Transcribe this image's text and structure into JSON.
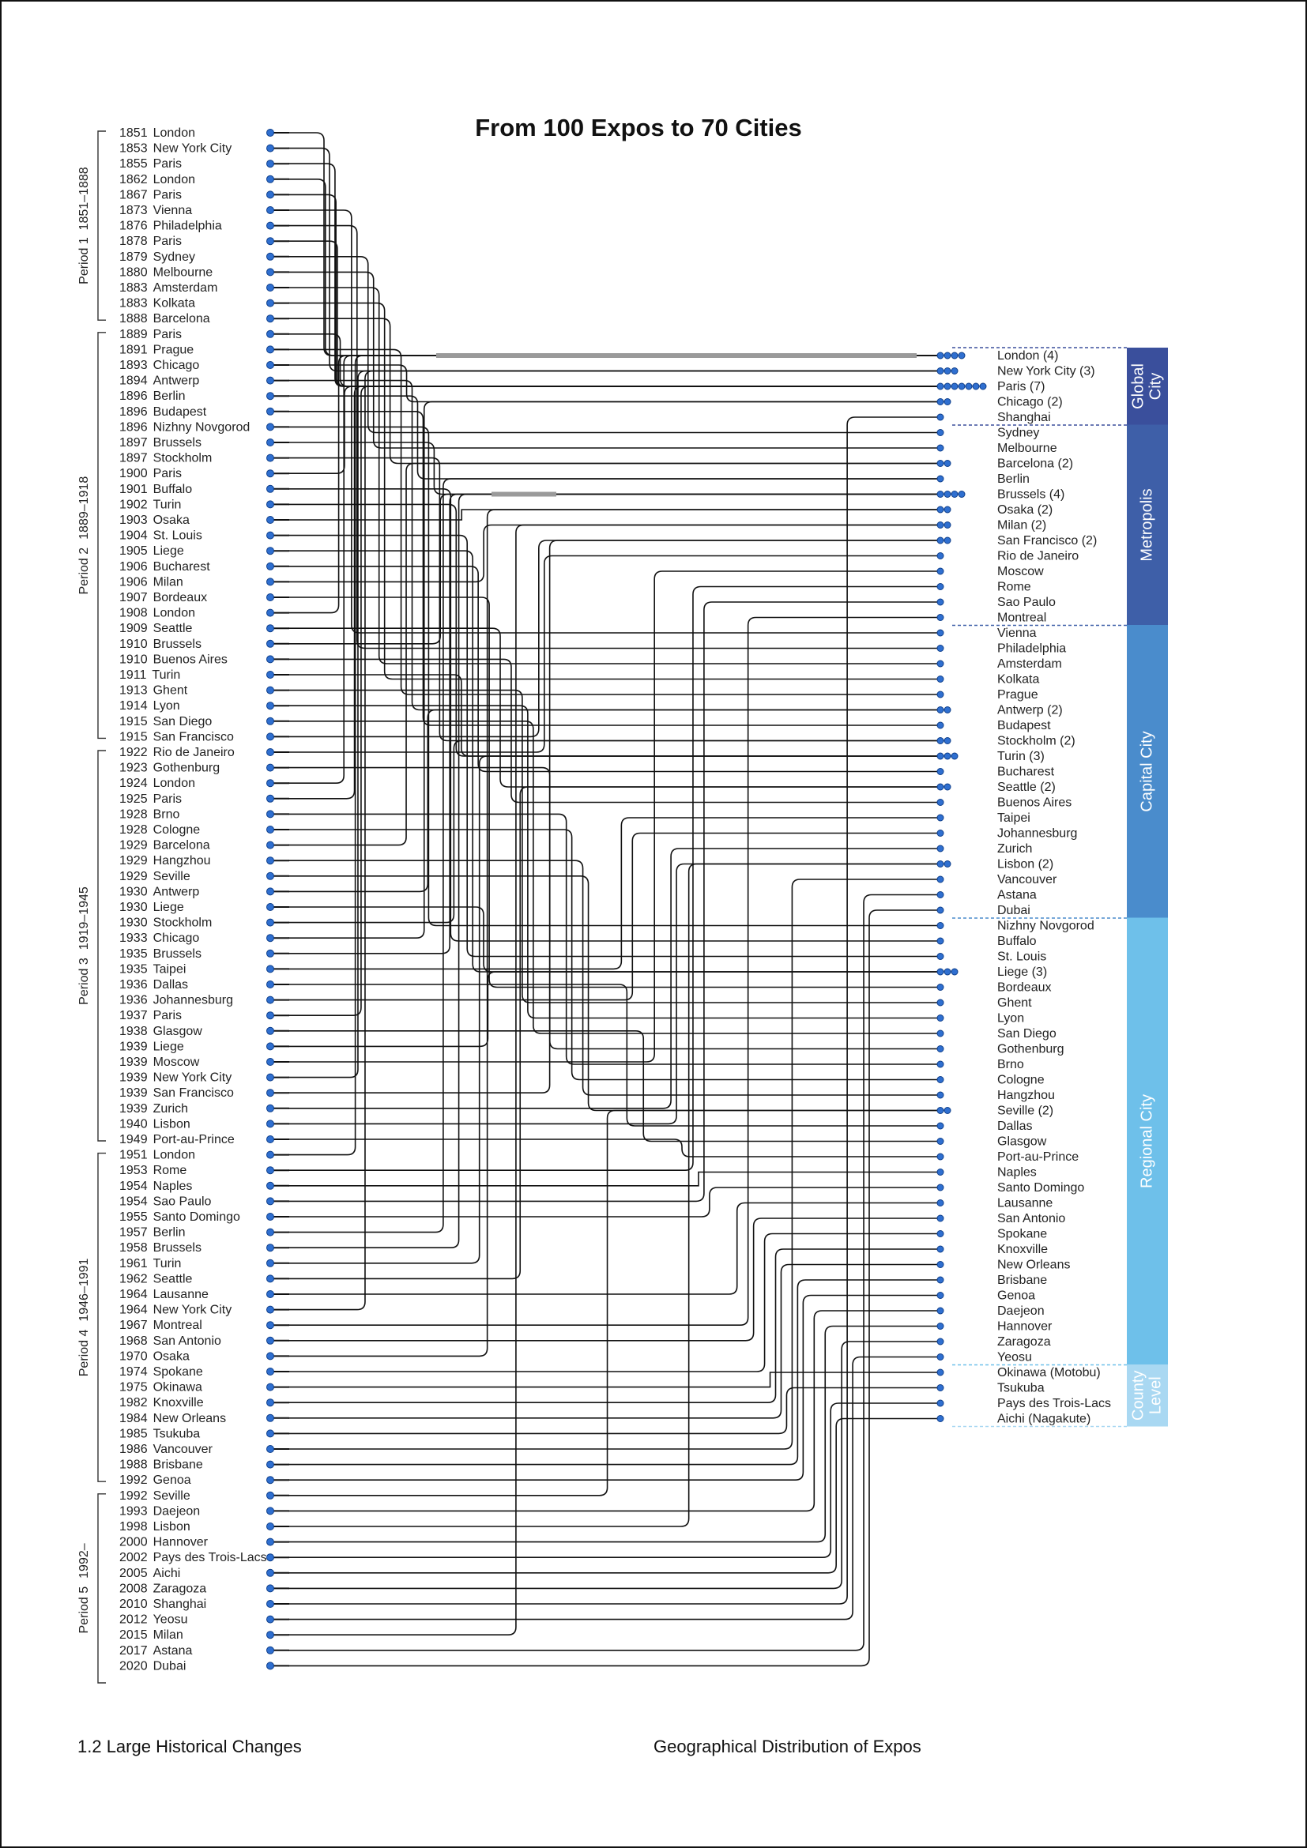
{
  "title": "From 100 Expos to 70 Cities",
  "footer": {
    "left": "1.2  Large Historical Changes",
    "right": "Geographical Distribution of Expos"
  },
  "colors": {
    "line": "#111111",
    "highlight": "#9a9a9a",
    "dot": "#2f6fd0",
    "global_city": "#3a4f9c",
    "metropolis": "#3e5fa8",
    "capital_city": "#4a8ccc",
    "regional_city": "#6ec0ea",
    "county_level": "#a9d8f2"
  },
  "periods": [
    {
      "name": "Period 1",
      "range": "1851–1888",
      "first": 0,
      "last": 12
    },
    {
      "name": "Period 2",
      "range": "1889–1918",
      "first": 13,
      "last": 39
    },
    {
      "name": "Period 3",
      "range": "1919–1945",
      "first": 40,
      "last": 65
    },
    {
      "name": "Period 4",
      "range": "1946–1991",
      "first": 66,
      "last": 87
    },
    {
      "name": "Period 5",
      "range": "1992–",
      "first": 88,
      "last": 100
    }
  ],
  "categories": [
    {
      "name": "Global City",
      "lines": [
        "Global",
        "City"
      ],
      "first": 0,
      "last": 4,
      "color_key": "global_city"
    },
    {
      "name": "Metropolis",
      "lines": [
        "Metropolis"
      ],
      "first": 5,
      "last": 17,
      "color_key": "metropolis"
    },
    {
      "name": "Capital City",
      "lines": [
        "Capital City"
      ],
      "first": 18,
      "last": 36,
      "color_key": "capital_city"
    },
    {
      "name": "Regional City",
      "lines": [
        "Regional City"
      ],
      "first": 37,
      "last": 65,
      "color_key": "regional_city"
    },
    {
      "name": "County Level",
      "lines": [
        "County",
        "Level"
      ],
      "first": 66,
      "last": 69,
      "color_key": "county_level"
    }
  ],
  "cities": [
    {
      "label": "London (4)",
      "count": 4
    },
    {
      "label": "New York City (3)",
      "count": 3
    },
    {
      "label": "Paris (7)",
      "count": 7
    },
    {
      "label": "Chicago (2)",
      "count": 2
    },
    {
      "label": "Shanghai",
      "count": 1
    },
    {
      "label": "Sydney",
      "count": 1
    },
    {
      "label": "Melbourne",
      "count": 1
    },
    {
      "label": "Barcelona (2)",
      "count": 2
    },
    {
      "label": "Berlin",
      "count": 1
    },
    {
      "label": "Brussels (4)",
      "count": 4
    },
    {
      "label": "Osaka (2)",
      "count": 2
    },
    {
      "label": "Milan (2)",
      "count": 2
    },
    {
      "label": "San Francisco (2)",
      "count": 2
    },
    {
      "label": "Rio de Janeiro",
      "count": 1
    },
    {
      "label": "Moscow",
      "count": 1
    },
    {
      "label": "Rome",
      "count": 1
    },
    {
      "label": "Sao Paulo",
      "count": 1
    },
    {
      "label": "Montreal",
      "count": 1
    },
    {
      "label": "Vienna",
      "count": 1
    },
    {
      "label": "Philadelphia",
      "count": 1
    },
    {
      "label": "Amsterdam",
      "count": 1
    },
    {
      "label": "Kolkata",
      "count": 1
    },
    {
      "label": "Prague",
      "count": 1
    },
    {
      "label": "Antwerp (2)",
      "count": 2
    },
    {
      "label": "Budapest",
      "count": 1
    },
    {
      "label": "Stockholm (2)",
      "count": 2
    },
    {
      "label": "Turin (3)",
      "count": 3
    },
    {
      "label": "Bucharest",
      "count": 1
    },
    {
      "label": "Seattle (2)",
      "count": 2
    },
    {
      "label": "Buenos Aires",
      "count": 1
    },
    {
      "label": "Taipei",
      "count": 1
    },
    {
      "label": "Johannesburg",
      "count": 1
    },
    {
      "label": "Zurich",
      "count": 1
    },
    {
      "label": "Lisbon (2)",
      "count": 2
    },
    {
      "label": "Vancouver",
      "count": 1
    },
    {
      "label": "Astana",
      "count": 1
    },
    {
      "label": "Dubai",
      "count": 1
    },
    {
      "label": "Nizhny Novgorod",
      "count": 1
    },
    {
      "label": "Buffalo",
      "count": 1
    },
    {
      "label": "St. Louis",
      "count": 1
    },
    {
      "label": "Liege (3)",
      "count": 3
    },
    {
      "label": "Bordeaux",
      "count": 1
    },
    {
      "label": "Ghent",
      "count": 1
    },
    {
      "label": "Lyon",
      "count": 1
    },
    {
      "label": "San Diego",
      "count": 1
    },
    {
      "label": "Gothenburg",
      "count": 1
    },
    {
      "label": "Brno",
      "count": 1
    },
    {
      "label": "Cologne",
      "count": 1
    },
    {
      "label": "Hangzhou",
      "count": 1
    },
    {
      "label": "Seville (2)",
      "count": 2
    },
    {
      "label": "Dallas",
      "count": 1
    },
    {
      "label": "Glasgow",
      "count": 1
    },
    {
      "label": "Port-au-Prince",
      "count": 1
    },
    {
      "label": "Naples",
      "count": 1
    },
    {
      "label": "Santo Domingo",
      "count": 1
    },
    {
      "label": "Lausanne",
      "count": 1
    },
    {
      "label": "San Antonio",
      "count": 1
    },
    {
      "label": "Spokane",
      "count": 1
    },
    {
      "label": "Knoxville",
      "count": 1
    },
    {
      "label": "New Orleans",
      "count": 1
    },
    {
      "label": "Brisbane",
      "count": 1
    },
    {
      "label": "Genoa",
      "count": 1
    },
    {
      "label": "Daejeon",
      "count": 1
    },
    {
      "label": "Hannover",
      "count": 1
    },
    {
      "label": "Zaragoza",
      "count": 1
    },
    {
      "label": "Yeosu",
      "count": 1
    },
    {
      "label": "Okinawa (Motobu)",
      "count": 1
    },
    {
      "label": "Tsukuba",
      "count": 1
    },
    {
      "label": "Pays des Trois-Lacs",
      "count": 1
    },
    {
      "label": "Aichi (Nagakute)",
      "count": 1
    }
  ],
  "expos": [
    {
      "year": "1851",
      "city": "London",
      "to": 0
    },
    {
      "year": "1853",
      "city": "New York City",
      "to": 1
    },
    {
      "year": "1855",
      "city": "Paris",
      "to": 2
    },
    {
      "year": "1862",
      "city": "London",
      "to": 0
    },
    {
      "year": "1867",
      "city": "Paris",
      "to": 2
    },
    {
      "year": "1873",
      "city": "Vienna",
      "to": 18
    },
    {
      "year": "1876",
      "city": "Philadelphia",
      "to": 19
    },
    {
      "year": "1878",
      "city": "Paris",
      "to": 2
    },
    {
      "year": "1879",
      "city": "Sydney",
      "to": 5
    },
    {
      "year": "1880",
      "city": "Melbourne",
      "to": 6
    },
    {
      "year": "1883",
      "city": "Amsterdam",
      "to": 20
    },
    {
      "year": "1883",
      "city": "Kolkata",
      "to": 21
    },
    {
      "year": "1888",
      "city": "Barcelona",
      "to": 7
    },
    {
      "year": "1889",
      "city": "Paris",
      "to": 2
    },
    {
      "year": "1891",
      "city": "Prague",
      "to": 22
    },
    {
      "year": "1893",
      "city": "Chicago",
      "to": 3
    },
    {
      "year": "1894",
      "city": "Antwerp",
      "to": 23
    },
    {
      "year": "1896",
      "city": "Berlin",
      "to": 8
    },
    {
      "year": "1896",
      "city": "Budapest",
      "to": 24
    },
    {
      "year": "1896",
      "city": "Nizhny Novgorod",
      "to": 37
    },
    {
      "year": "1897",
      "city": "Brussels",
      "to": 9
    },
    {
      "year": "1897",
      "city": "Stockholm",
      "to": 25
    },
    {
      "year": "1900",
      "city": "Paris",
      "to": 2
    },
    {
      "year": "1901",
      "city": "Buffalo",
      "to": 38
    },
    {
      "year": "1902",
      "city": "Turin",
      "to": 26
    },
    {
      "year": "1903",
      "city": "Osaka",
      "to": 10
    },
    {
      "year": "1904",
      "city": "St. Louis",
      "to": 39
    },
    {
      "year": "1905",
      "city": "Liege",
      "to": 40
    },
    {
      "year": "1906",
      "city": "Bucharest",
      "to": 27
    },
    {
      "year": "1906",
      "city": "Milan",
      "to": 11
    },
    {
      "year": "1907",
      "city": "Bordeaux",
      "to": 41
    },
    {
      "year": "1908",
      "city": "London",
      "to": 0
    },
    {
      "year": "1909",
      "city": "Seattle",
      "to": 28
    },
    {
      "year": "1910",
      "city": "Brussels",
      "to": 9
    },
    {
      "year": "1910",
      "city": "Buenos Aires",
      "to": 29
    },
    {
      "year": "1911",
      "city": "Turin",
      "to": 26
    },
    {
      "year": "1913",
      "city": "Ghent",
      "to": 42
    },
    {
      "year": "1914",
      "city": "Lyon",
      "to": 43
    },
    {
      "year": "1915",
      "city": "San Diego",
      "to": 44
    },
    {
      "year": "1915",
      "city": "San Francisco",
      "to": 12
    },
    {
      "year": "1922",
      "city": "Rio de Janeiro",
      "to": 13
    },
    {
      "year": "1923",
      "city": "Gothenburg",
      "to": 45
    },
    {
      "year": "1924",
      "city": "London",
      "to": 0
    },
    {
      "year": "1925",
      "city": "Paris",
      "to": 2
    },
    {
      "year": "1928",
      "city": "Brno",
      "to": 46
    },
    {
      "year": "1928",
      "city": "Cologne",
      "to": 47
    },
    {
      "year": "1929",
      "city": "Barcelona",
      "to": 7
    },
    {
      "year": "1929",
      "city": "Hangzhou",
      "to": 48
    },
    {
      "year": "1929",
      "city": "Seville",
      "to": 49
    },
    {
      "year": "1930",
      "city": "Antwerp",
      "to": 23
    },
    {
      "year": "1930",
      "city": "Liege",
      "to": 40
    },
    {
      "year": "1930",
      "city": "Stockholm",
      "to": 25
    },
    {
      "year": "1933",
      "city": "Chicago",
      "to": 3
    },
    {
      "year": "1935",
      "city": "Brussels",
      "to": 9
    },
    {
      "year": "1935",
      "city": "Taipei",
      "to": 30
    },
    {
      "year": "1936",
      "city": "Dallas",
      "to": 50
    },
    {
      "year": "1936",
      "city": "Johannesburg",
      "to": 31
    },
    {
      "year": "1937",
      "city": "Paris",
      "to": 2
    },
    {
      "year": "1938",
      "city": "Glasgow",
      "to": 51
    },
    {
      "year": "1939",
      "city": "Liege",
      "to": 40
    },
    {
      "year": "1939",
      "city": "Moscow",
      "to": 14
    },
    {
      "year": "1939",
      "city": "New York City",
      "to": 1
    },
    {
      "year": "1939",
      "city": "San Francisco",
      "to": 12
    },
    {
      "year": "1939",
      "city": "Zurich",
      "to": 32
    },
    {
      "year": "1940",
      "city": "Lisbon",
      "to": 33
    },
    {
      "year": "1949",
      "city": "Port-au-Prince",
      "to": 52
    },
    {
      "year": "1951",
      "city": "London",
      "to": 0
    },
    {
      "year": "1953",
      "city": "Rome",
      "to": 15
    },
    {
      "year": "1954",
      "city": "Naples",
      "to": 53
    },
    {
      "year": "1954",
      "city": "Sao Paulo",
      "to": 16
    },
    {
      "year": "1955",
      "city": "Santo Domingo",
      "to": 54
    },
    {
      "year": "1957",
      "city": "Berlin",
      "to": 8
    },
    {
      "year": "1958",
      "city": "Brussels",
      "to": 9
    },
    {
      "year": "1961",
      "city": "Turin",
      "to": 26
    },
    {
      "year": "1962",
      "city": "Seattle",
      "to": 28
    },
    {
      "year": "1964",
      "city": "Lausanne",
      "to": 55
    },
    {
      "year": "1964",
      "city": "New York City",
      "to": 1
    },
    {
      "year": "1967",
      "city": "Montreal",
      "to": 17
    },
    {
      "year": "1968",
      "city": "San Antonio",
      "to": 56
    },
    {
      "year": "1970",
      "city": "Osaka",
      "to": 10
    },
    {
      "year": "1974",
      "city": "Spokane",
      "to": 57
    },
    {
      "year": "1975",
      "city": "Okinawa",
      "to": 66
    },
    {
      "year": "1982",
      "city": "Knoxville",
      "to": 58
    },
    {
      "year": "1984",
      "city": "New Orleans",
      "to": 59
    },
    {
      "year": "1985",
      "city": "Tsukuba",
      "to": 67
    },
    {
      "year": "1986",
      "city": "Vancouver",
      "to": 34
    },
    {
      "year": "1988",
      "city": "Brisbane",
      "to": 60
    },
    {
      "year": "1992",
      "city": "Genoa",
      "to": 61
    },
    {
      "year": "1992",
      "city": "Seville",
      "to": 49
    },
    {
      "year": "1993",
      "city": "Daejeon",
      "to": 62
    },
    {
      "year": "1998",
      "city": "Lisbon",
      "to": 33
    },
    {
      "year": "2000",
      "city": "Hannover",
      "to": 63
    },
    {
      "year": "2002",
      "city": "Pays des Trois-Lacs",
      "to": 68
    },
    {
      "year": "2005",
      "city": "Aichi",
      "to": 69
    },
    {
      "year": "2008",
      "city": "Zaragoza",
      "to": 64
    },
    {
      "year": "2010",
      "city": "Shanghai",
      "to": 4
    },
    {
      "year": "2012",
      "city": "Yeosu",
      "to": 65
    },
    {
      "year": "2015",
      "city": "Milan",
      "to": 11
    },
    {
      "year": "2017",
      "city": "Astana",
      "to": 35
    },
    {
      "year": "2020",
      "city": "Dubai",
      "to": 36
    }
  ]
}
